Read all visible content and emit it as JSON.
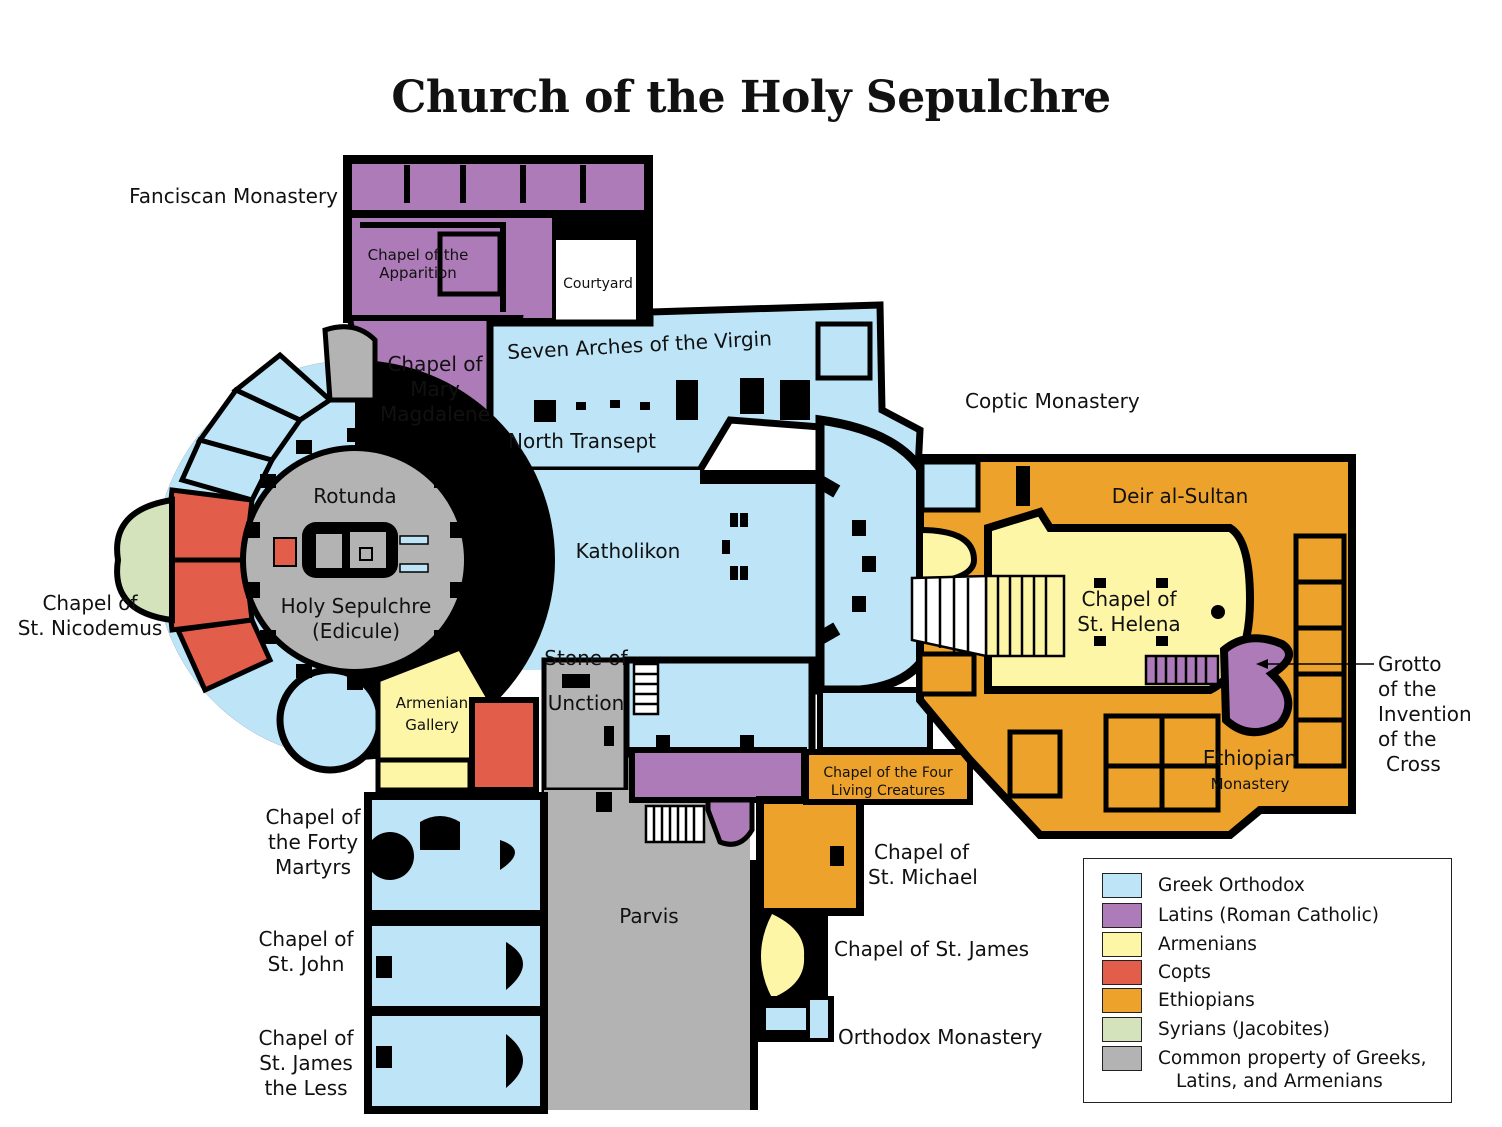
{
  "title": "Church of the Holy Sepulchre",
  "colors": {
    "greek": "#bde4f7",
    "latin": "#ad7bb8",
    "armenian": "#fdf6a6",
    "copt": "#e35d4b",
    "ethiopian": "#eda22c",
    "syrian": "#d4e3bb",
    "common": "#b4b3b3",
    "wall": "#000000"
  },
  "labels": {
    "franciscan_monastery": "Fanciscan Monastery",
    "chapel_apparition_1": "Chapel of the",
    "chapel_apparition_2": "Apparition",
    "courtyard": "Courtyard",
    "seven_arches": "Seven Arches of the Virgin",
    "mary_magdalene_1": "Chapel of",
    "mary_magdalene_2": "Mary",
    "mary_magdalene_3": "Magdalene",
    "north_transept": "North Transept",
    "coptic_monastery": "Coptic Monastery",
    "rotunda": "Rotunda",
    "katholikon": "Katholikon",
    "deir_al_sultan": "Deir al-Sultan",
    "holy_sepulchre_1": "Holy Sepulchre",
    "holy_sepulchre_2": "(Edicule)",
    "nicodemus_1": "Chapel of",
    "nicodemus_2": "St. Nicodemus",
    "helena_1": "Chapel of",
    "helena_2": "St. Helena",
    "stone_of_unction_1": "Stone of",
    "stone_of_unction_2": "Unction",
    "grotto_1": "Grotto",
    "grotto_2": "of the",
    "grotto_3": "Invention",
    "grotto_4": "of the",
    "grotto_5": "Cross",
    "armenian_gallery_1": "Armenian",
    "armenian_gallery_2": "Gallery",
    "ethiopian_monastery_1": "Ethiopian",
    "ethiopian_monastery_2": "Monastery",
    "four_living_1": "Chapel of the Four",
    "four_living_2": "Living Creatures",
    "forty_martyrs_1": "Chapel of",
    "forty_martyrs_2": "the Forty",
    "forty_martyrs_3": "Martyrs",
    "st_michael_1": "Chapel of",
    "st_michael_2": "St. Michael",
    "parvis": "Parvis",
    "st_john_1": "Chapel of",
    "st_john_2": "St. John",
    "st_james": "Chapel of St. James",
    "st_james_less_1": "Chapel of",
    "st_james_less_2": "St. James",
    "st_james_less_3": "the Less",
    "orthodox_monastery": "Orthodox Monastery"
  },
  "legend": [
    {
      "label": "Greek Orthodox",
      "color": "#bde4f7"
    },
    {
      "label": "Latins (Roman Catholic)",
      "color": "#ad7bb8"
    },
    {
      "label": "Armenians",
      "color": "#fdf6a6"
    },
    {
      "label": "Copts",
      "color": "#e35d4b"
    },
    {
      "label": "Ethiopians",
      "color": "#eda22c"
    },
    {
      "label": "Syrians (Jacobites)",
      "color": "#d4e3bb"
    },
    {
      "label": "Common property of Greeks,",
      "label2": "Latins, and Armenians",
      "color": "#b4b3b3"
    }
  ]
}
